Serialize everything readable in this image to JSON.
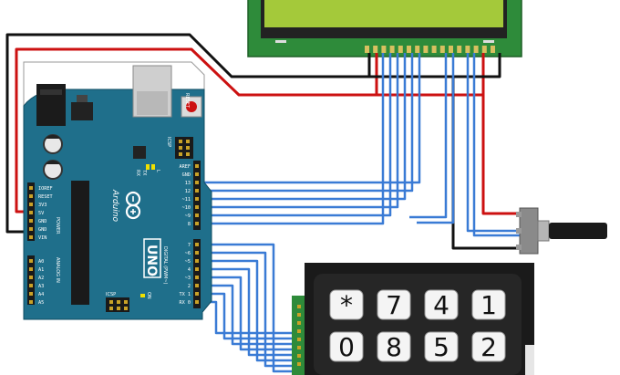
{
  "arduino": {
    "brand": "Arduino",
    "model": "UNO",
    "reset_label": "RESET",
    "icsp_label": "ICSP",
    "icsp2_label": "ICSP",
    "on_label": "ON",
    "tx_label": "TX",
    "rx_label": "RX",
    "l_label": "L",
    "power_header": [
      "IOREF",
      "RESET",
      "3V3",
      "5V",
      "GND",
      "GND",
      "VIN"
    ],
    "analog_header": [
      "A0",
      "A1",
      "A2",
      "A3",
      "A4",
      "A5"
    ],
    "power_group_label": "POWER",
    "analog_group_label": "ANALOG IN",
    "digital_top": [
      "AREF",
      "GND",
      "13",
      "12",
      "~11",
      "~10",
      "~9",
      "8"
    ],
    "digital_bottom": [
      "7",
      "~6",
      "~5",
      "4",
      "~3",
      "2",
      "TX 1",
      "RX 0"
    ],
    "digital_group_label": "DIGITAL (PWM~)"
  },
  "keypad": {
    "keys": [
      "*",
      "7",
      "4",
      "1",
      "0",
      "8",
      "5",
      "2"
    ]
  },
  "colors": {
    "board": "#1f6f8b",
    "lcd_pcb": "#2e8b3a",
    "lcd_screen": "#a4c93a",
    "wire_blue": "#3a7bd5",
    "wire_red": "#cc1111",
    "wire_black": "#111111",
    "keypad_body": "#1a1a1a"
  }
}
